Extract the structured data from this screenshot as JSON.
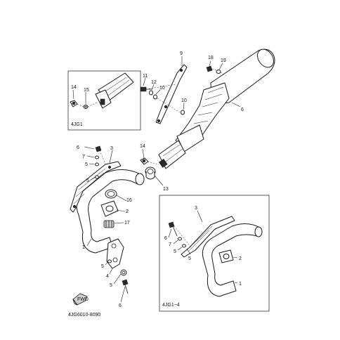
{
  "callouts": {
    "c1a": "1",
    "c1b": "1",
    "c2a": "2",
    "c2b": "2",
    "c3a": "3",
    "c3b": "3",
    "c4": "4",
    "c5a": "5",
    "c5b": "5",
    "c5c": "5",
    "c5d": "5",
    "c5e": "5",
    "c6a": "6",
    "c6b": "6",
    "c6c": "6",
    "c6d": "6",
    "c7a": "7",
    "c7b": "7",
    "c9": "9",
    "c10a": "10",
    "c10b": "10",
    "c11": "11",
    "c12": "12",
    "c13": "13",
    "c14a": "14",
    "c14b": "14",
    "c15": "15",
    "c16": "16",
    "c17": "17",
    "c18": "18",
    "c19": "19"
  },
  "insets": {
    "top_left_label": "4JG1",
    "bottom_right_label": "4JG1~4"
  },
  "arrow_label": "FWD",
  "diagram_code": "4JG6010-8090"
}
